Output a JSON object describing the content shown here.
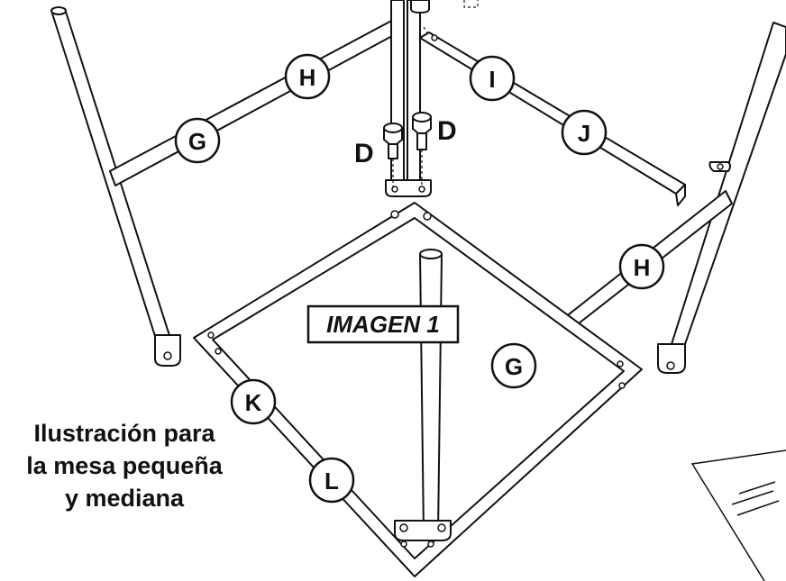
{
  "diagram": {
    "title_box": "IMAGEN 1",
    "note_lines": [
      "Ilustración para",
      "la mesa pequeña",
      "y mediana"
    ],
    "callouts": {
      "h_left": "H",
      "g_left": "G",
      "i_right": "I",
      "j_right": "J",
      "h_right": "H",
      "g_right": "G",
      "k_front": "K",
      "l_front": "L"
    },
    "screw_labels": {
      "left": "D",
      "right": "D"
    },
    "colors": {
      "line": "#111111",
      "background": "#ffffff"
    }
  }
}
